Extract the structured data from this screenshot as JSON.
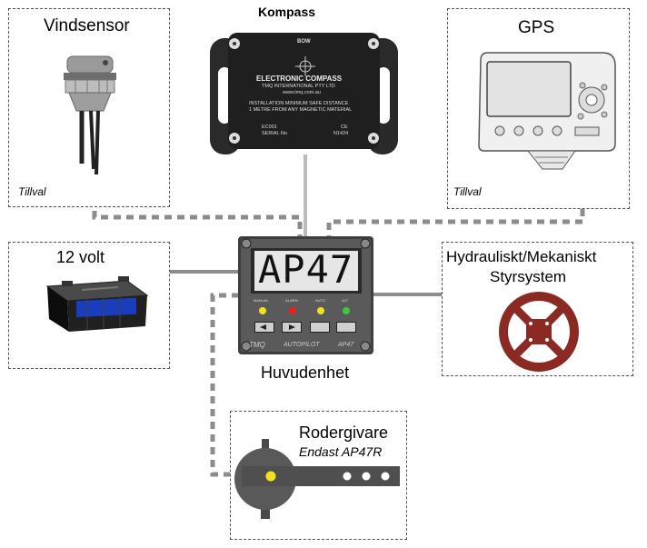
{
  "wind_sensor": {
    "title": "Vindsensor",
    "note": "Tillval"
  },
  "compass": {
    "title": "Kompass",
    "bow": "BOW",
    "name": "ELECTRONIC COMPASS",
    "maker": "TMQ INTERNATIONAL PTY LTD",
    "web": "www.tmq.com.au",
    "warning_1": "INSTALLATION MINIMUM SAFE DISTANCE",
    "warning_2": "1 METRE FROM ANY MAGNETIC MATERIAL",
    "model": "EC001",
    "serial": "SERIAL No",
    "ce": "CE",
    "cert": "N1424"
  },
  "gps": {
    "title": "GPS",
    "note": "Tillval"
  },
  "battery": {
    "title": "12 volt"
  },
  "main_unit": {
    "display": "AP47",
    "leds": [
      "MANUAL",
      "ALARM",
      "AUTO",
      "ALT"
    ],
    "led_colors": [
      "#f2e21a",
      "#e8231f",
      "#f2e21a",
      "#3cc83c"
    ],
    "brand": "TMQ",
    "product": "AUTOPILOT",
    "model": "AP47",
    "caption": "Huvudenhet"
  },
  "steering": {
    "title_line1": "Hydrauliskt/Mekaniskt",
    "title_line2": "Styrsystem"
  },
  "rudder": {
    "title": "Rodergivare",
    "subtitle": "Endast AP47R"
  },
  "colors": {
    "cable": "#8c8c8c",
    "cable_light": "#bcbcbc",
    "wheel": "#8b2a22"
  }
}
